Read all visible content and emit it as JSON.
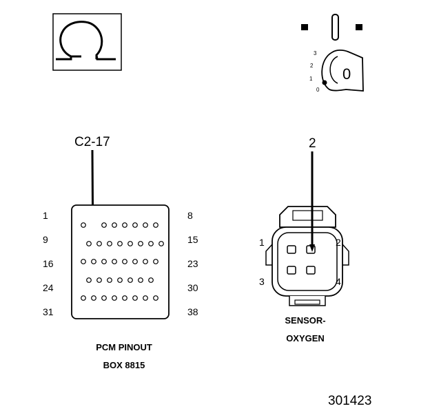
{
  "ohmmeter": {
    "symbol": "Ω"
  },
  "ignition": {
    "positions": [
      "3",
      "2",
      "1",
      "0"
    ],
    "key_label": "0"
  },
  "pcm": {
    "probe_label": "C2-17",
    "row_labels_left": [
      "1",
      "9",
      "16",
      "24",
      "31"
    ],
    "row_labels_right": [
      "8",
      "15",
      "23",
      "30",
      "38"
    ],
    "caption_line1": "PCM PINOUT",
    "caption_line2": "BOX 8815"
  },
  "sensor": {
    "probe_label": "2",
    "pin_labels": [
      "1",
      "2",
      "3",
      "4"
    ],
    "caption_line1": "SENSOR-",
    "caption_line2": "OXYGEN"
  },
  "figure_number": "301423"
}
